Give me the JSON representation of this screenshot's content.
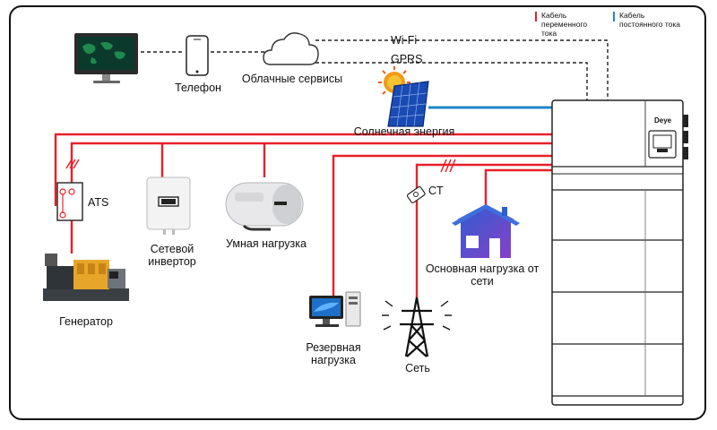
{
  "legend": {
    "ac": {
      "text": "Кабель переменного тока",
      "color": "#e8202a"
    },
    "dc": {
      "text": "Кабель постоянного тока",
      "color": "#1f86c6"
    }
  },
  "labels": {
    "wifi": "Wi-Fi",
    "gprs": "GPRS",
    "phone": "Телефон",
    "cloud": "Облачные сервисы",
    "solar": "Солнечная энергия",
    "ats": "ATS",
    "grid_inverter": "Сетевой инвертор",
    "smart_load": "Умная нагрузка",
    "ct": "CT",
    "main_load": "Основная нагрузка от сети",
    "generator": "Генератор",
    "backup_load": "Резервная нагрузка",
    "grid": "Сеть"
  },
  "battery": {
    "brand": "Deye",
    "modules": 4
  }
}
